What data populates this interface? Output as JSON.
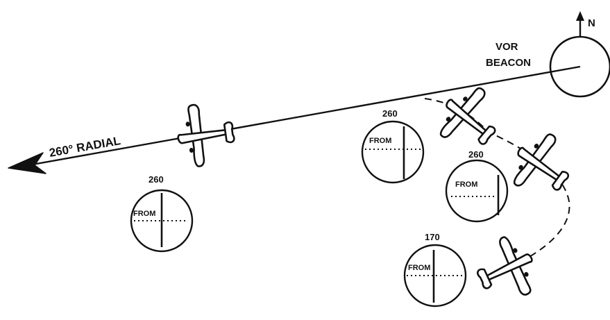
{
  "labels": {
    "north": "N",
    "vor_line1": "VOR",
    "vor_line2": "BEACON",
    "radial": "260° RADIAL"
  },
  "indicators": [
    {
      "heading": "260",
      "flag": "FROM"
    },
    {
      "heading": "260",
      "flag": "FROM"
    },
    {
      "heading": "260",
      "flag": "FROM"
    },
    {
      "heading": "170",
      "flag": "FROM"
    }
  ],
  "colors": {
    "ink": "#111111",
    "background": "#ffffff"
  }
}
